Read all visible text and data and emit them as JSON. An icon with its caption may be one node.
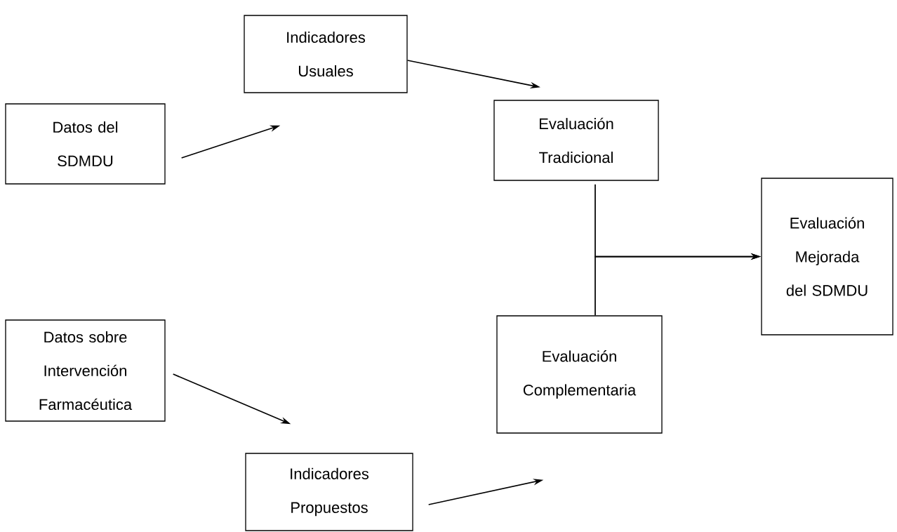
{
  "diagram": {
    "nodes": [
      {
        "text": [
          "Datos del SDMDU"
        ]
      },
      {
        "text": [
          "Indicadores Usuales"
        ]
      },
      {
        "text": [
          "Evaluación Tradicional"
        ]
      },
      {
        "text": [
          "Evaluación Mejorada del SDMDU"
        ]
      },
      {
        "text": [
          "Datos sobre Intervención Farmacéutica"
        ]
      },
      {
        "text": [
          "Evaluación Complementaria"
        ]
      },
      {
        "text": [
          "Indicadores Propuestos"
        ]
      }
    ],
    "edges": [
      {
        "from": 0,
        "to": 1,
        "arrow": "to"
      },
      {
        "from": 1,
        "to": 2,
        "arrow": "to"
      },
      {
        "from": 4,
        "to": 6,
        "arrow": "to"
      },
      {
        "from": 6,
        "to": 5,
        "arrow": "to"
      },
      {
        "from": 2,
        "to": 3,
        "arrow": "to"
      },
      {
        "from": 5,
        "to": 3,
        "arrow": "to"
      }
    ]
  }
}
